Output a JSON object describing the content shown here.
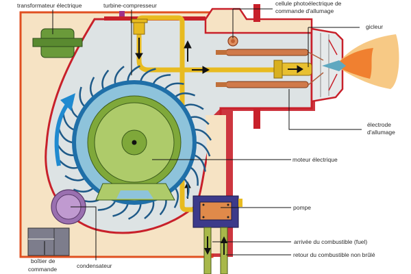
{
  "title": "Brûleur à fuel (schéma)",
  "labels": {
    "transformateur": "transformateur électrique",
    "turbine": "turbine-compresseur",
    "cellule_l1": "cellule photoélectrique de",
    "cellule_l2": "commande d'allumage",
    "gicleur": "gicleur",
    "electrode_l1": "électrode",
    "electrode_l2": "d'allumage",
    "moteur": "moteur électrique",
    "pompe": "pompe",
    "arrivee": "arrivée du combustible (fuel)",
    "retour": "retour du combustible non brûlé",
    "boitier_l1": "boîtier de",
    "boitier_l2": "commande",
    "condensateur": "condensateur"
  },
  "colors": {
    "casing_red": "#c8202a",
    "casing_fill": "#f6e3c4",
    "air_chamber": "#dde3e4",
    "fan_blue": "#1f6fa8",
    "fan_ring_light": "#8ec3db",
    "motor_green": "#7fa83a",
    "motor_green_light": "#aecb6a",
    "transformer_green": "#6a9a3a",
    "pipe_yellow": "#e8bb20",
    "electrode_copper": "#d07a4a",
    "pump_blue": "#3c3a8a",
    "pump_orange": "#e08a4a",
    "capacitor_purple": "#a07ab0",
    "box_gray": "#7d7d8c",
    "fuel_pipe_green": "#a8b84a",
    "flame_orange": "#f08030",
    "flame_blue": "#5fa8c0",
    "outer_border": "#e05020"
  }
}
